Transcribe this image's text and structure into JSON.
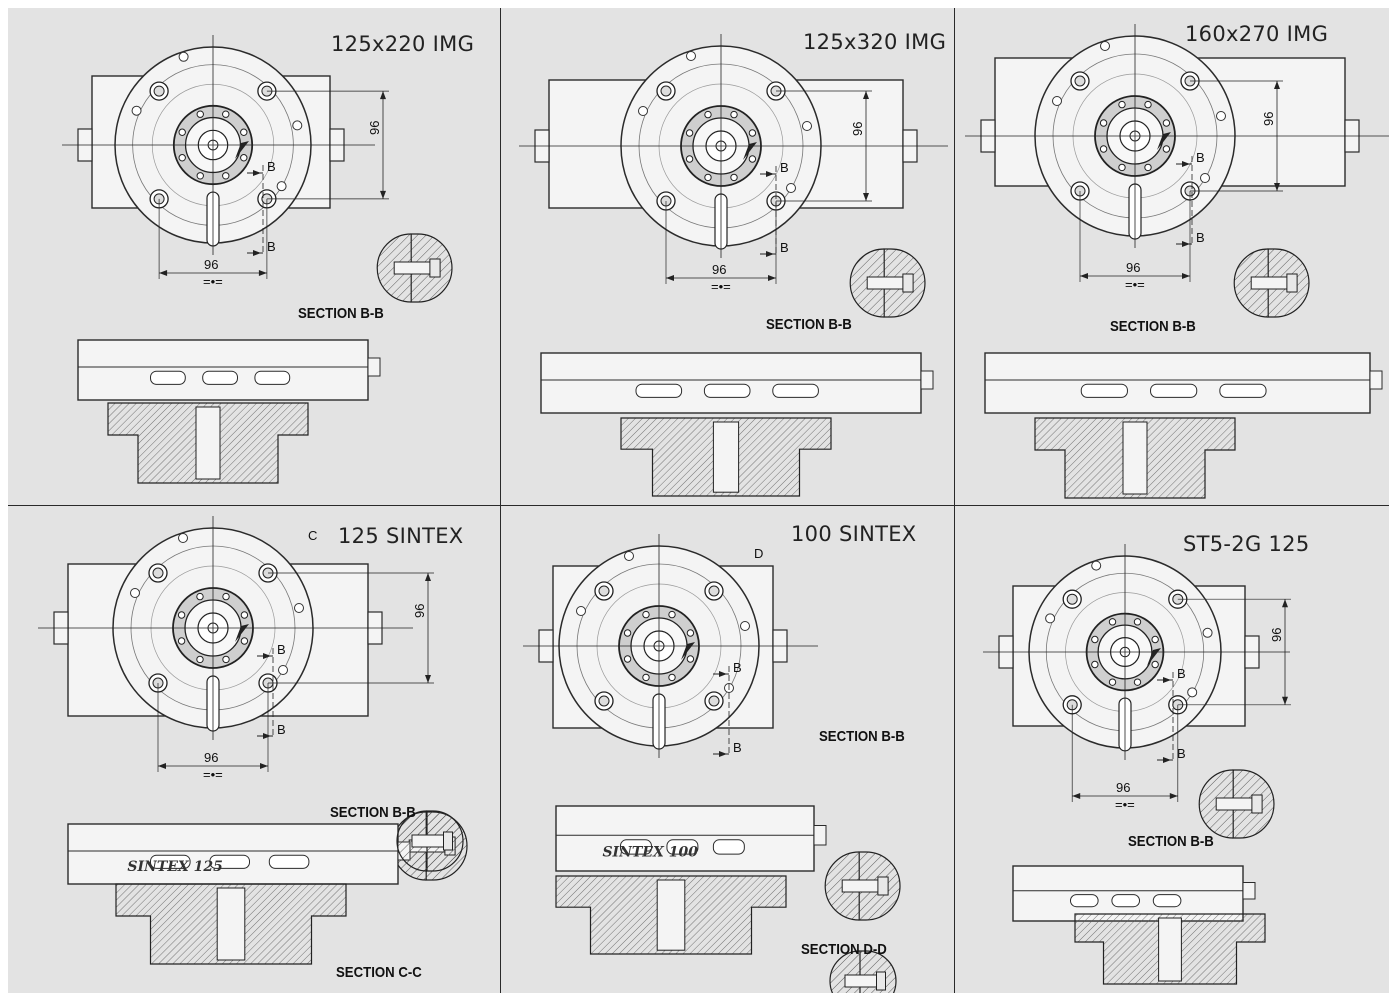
{
  "panels": [
    {
      "title": "125x220 IMG",
      "dim_h": "96",
      "dim_v": "96",
      "section": "SECTION B-B",
      "cut": "B",
      "eq": "=•="
    },
    {
      "title": "125x320 IMG",
      "dim_h": "96",
      "dim_v": "96",
      "section": "SECTION B-B",
      "cut": "B",
      "eq": "=•="
    },
    {
      "title": "160x270 IMG",
      "dim_h": "96",
      "dim_v": "96",
      "section": "SECTION B-B",
      "cut": "B",
      "eq": "=•="
    },
    {
      "title": "125 SINTEX",
      "dim_h": "96",
      "dim_v": "96",
      "section": "SECTION B-B",
      "section2": "SECTION C-C",
      "cut": "B",
      "cut2": "C",
      "eq": "=•=",
      "brand": "SINTEX 125"
    },
    {
      "title": "100 SINTEX",
      "section": "SECTION B-B",
      "section2": "SECTION D-D",
      "cut": "B",
      "cut2": "D",
      "brand": "SINTEX 100"
    },
    {
      "title": "ST5-2G 125",
      "dim_h": "96",
      "dim_v": "96",
      "section": "SECTION B-B",
      "cut": "B",
      "eq": "=•="
    }
  ],
  "colors": {
    "panel_bg": "#e3e3e3",
    "line": "#2b2b2b",
    "part_fill": "#f4f4f4",
    "hatch": "#4a4a4a",
    "separator": "#2a2a2a"
  },
  "icons": [
    "flange-face-icon",
    "hatched-section-icon",
    "side-view-icon"
  ]
}
